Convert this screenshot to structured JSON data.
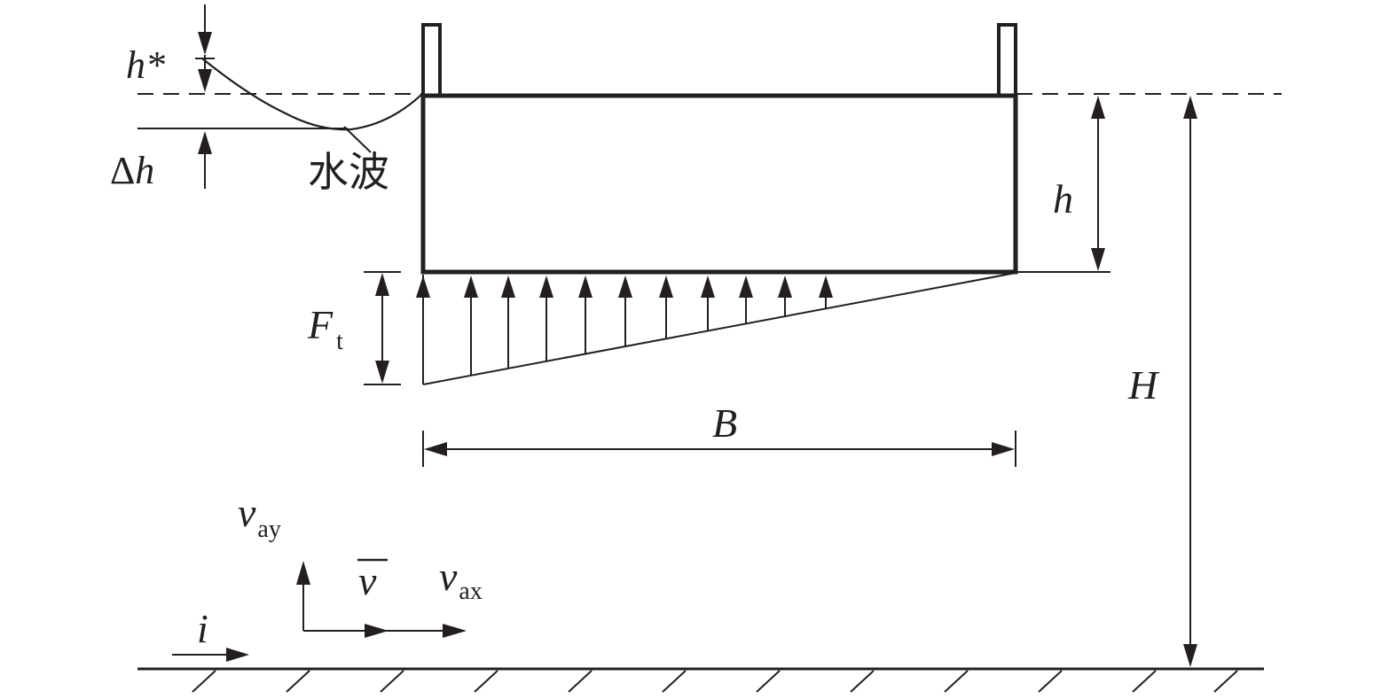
{
  "labels": {
    "h_star": "h*",
    "delta_symbol": "Δ",
    "delta_h_var": "h",
    "wave": "水波",
    "h": "h",
    "H": "H",
    "F_main": "F",
    "F_sub": "t",
    "B": "B",
    "v_ay_main": "v",
    "v_ay_sub": "ay",
    "v_bar": "v",
    "v_ax_main": "v",
    "v_ax_sub": "ax",
    "i": "i"
  },
  "colors": {
    "ink": "#231f20",
    "background": "#ffffff"
  }
}
